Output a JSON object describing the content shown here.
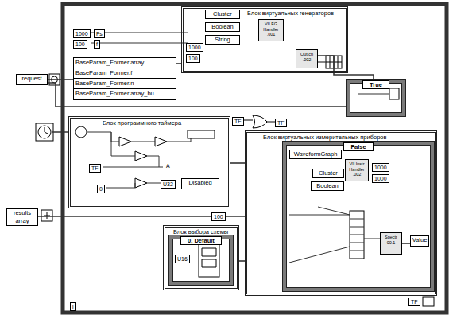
{
  "diagram": {
    "nodes": [
      {
        "text": [
          "request"
        ]
      },
      {
        "text": [
          "Блок виртуальных генераторов"
        ]
      },
      {
        "text": [
          "Cluster"
        ],
        "in": 1
      },
      {
        "text": [
          "Boolean"
        ],
        "in": 1
      },
      {
        "text": [
          "String"
        ],
        "in": 1
      },
      {
        "text": [
          "VII.FG Handler .001"
        ],
        "in": 1
      },
      {
        "text": [
          "Out.ch .002"
        ],
        "in": 1
      },
      {
        "text": [
          "BaseParam_Former.array",
          "BaseParam_Former.f",
          "BaseParam_Former.n",
          "BaseParam_Former.array_bu"
        ]
      },
      {
        "text": [
          "True"
        ]
      },
      {
        "text": [
          "Блок программного таймера"
        ]
      },
      {
        "text": [
          "Disabled"
        ],
        "in": 9
      },
      {
        "text": [
          "Блок виртуальных измерительных приборов"
        ]
      },
      {
        "text": [
          "False"
        ],
        "in": 11
      },
      {
        "text": [
          "WaveformGraph"
        ],
        "in": 12
      },
      {
        "text": [
          "Cluster"
        ],
        "in": 12
      },
      {
        "text": [
          "Boolean"
        ],
        "in": 12
      },
      {
        "text": [
          "VII.Instr Handler .002"
        ],
        "in": 12
      },
      {
        "text": [
          "Spectr 00.1"
        ],
        "in": 12
      },
      {
        "text": [
          "Value"
        ],
        "in": 12
      },
      {
        "text": [
          "results",
          "array"
        ]
      },
      {
        "text": [
          "Блок выбора схемы"
        ]
      },
      {
        "text": [
          "0, Default"
        ],
        "in": 20
      }
    ],
    "edges": [
      {
        "from": 0,
        "to": 7,
        "arrow": "none"
      },
      {
        "from": 7,
        "to": 1,
        "arrow": "none"
      },
      {
        "from": 0,
        "to": 8,
        "arrow": "none"
      },
      {
        "from": 9,
        "to": 11,
        "arrow": "none"
      },
      {
        "from": 19,
        "to": 11,
        "arrow": "none"
      },
      {
        "from": 20,
        "to": 11,
        "arrow": "none"
      },
      {
        "from": 17,
        "to": 18,
        "arrow": "none"
      },
      {
        "from": 6,
        "to": 8,
        "arrow": "none"
      }
    ],
    "labels": [
      "1000",
      "100",
      "Fs",
      "f",
      "1000",
      "100",
      "TF",
      "TF",
      "TF",
      "0",
      "U32",
      "A",
      "1000",
      "1000",
      "100",
      "U16",
      "i",
      "TF"
    ]
  }
}
